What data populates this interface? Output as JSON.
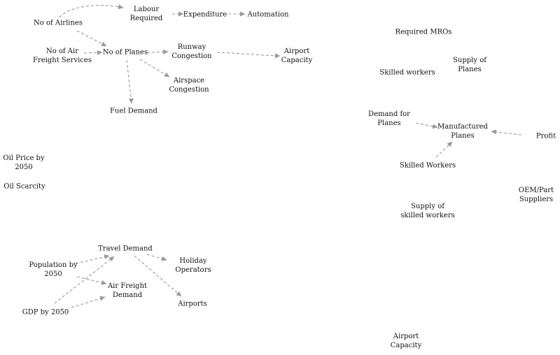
{
  "diagram": {
    "nodes": [
      {
        "id": "no_of_airlines",
        "lines": [
          "No of Airlines"
        ]
      },
      {
        "id": "labour_required",
        "lines": [
          "Labour",
          "Required"
        ]
      },
      {
        "id": "expenditure",
        "lines": [
          "Expenditure"
        ]
      },
      {
        "id": "automation",
        "lines": [
          "Automation"
        ]
      },
      {
        "id": "no_of_air_freight_services",
        "lines": [
          "No of Air",
          "Freight Services"
        ]
      },
      {
        "id": "no_of_planes",
        "lines": [
          "No of Planes"
        ]
      },
      {
        "id": "runway_congestion",
        "lines": [
          "Runway",
          "Congestion"
        ]
      },
      {
        "id": "airport_capacity_top",
        "lines": [
          "Airport",
          "Capacity"
        ]
      },
      {
        "id": "airspace_congestion",
        "lines": [
          "Airspace",
          "Congestion"
        ]
      },
      {
        "id": "fuel_demand",
        "lines": [
          "Fuel Demand"
        ]
      },
      {
        "id": "required_mros",
        "lines": [
          "Required MROs"
        ]
      },
      {
        "id": "supply_of_planes",
        "lines": [
          "Supply of",
          "Planes"
        ]
      },
      {
        "id": "skilled_workers_top",
        "lines": [
          "Skilled workers"
        ]
      },
      {
        "id": "demand_for_planes",
        "lines": [
          "Demand for",
          "Planes"
        ]
      },
      {
        "id": "manufactured_planes",
        "lines": [
          "Manufactured",
          "Planes"
        ]
      },
      {
        "id": "profit",
        "lines": [
          "Profit"
        ]
      },
      {
        "id": "skilled_workers_mid",
        "lines": [
          "Skilled Workers"
        ]
      },
      {
        "id": "oil_price_by_2050",
        "lines": [
          "Oil Price by",
          "2050"
        ]
      },
      {
        "id": "oil_scarcity",
        "lines": [
          "Oil Scarcity"
        ]
      },
      {
        "id": "oem_part_suppliers",
        "lines": [
          "OEM/Part",
          "Suppliers"
        ]
      },
      {
        "id": "supply_of_skilled_workers",
        "lines": [
          "Supply of",
          "skilled workers"
        ]
      },
      {
        "id": "travel_demand",
        "lines": [
          "Travel Demand"
        ]
      },
      {
        "id": "population_by_2050",
        "lines": [
          "Population by",
          "2050"
        ]
      },
      {
        "id": "holiday_operators",
        "lines": [
          "Holiday",
          "Operators"
        ]
      },
      {
        "id": "air_freight_demand",
        "lines": [
          "Air Freight",
          "Demand"
        ]
      },
      {
        "id": "airports",
        "lines": [
          "Airports"
        ]
      },
      {
        "id": "gdp_by_2050",
        "lines": [
          "GDP by 2050"
        ]
      },
      {
        "id": "airport_capacity_bottom",
        "lines": [
          "Airport",
          "Capacity"
        ]
      }
    ],
    "edges": [
      {
        "from": "no_of_airlines",
        "to": "labour_required"
      },
      {
        "from": "labour_required",
        "to": "expenditure"
      },
      {
        "from": "expenditure",
        "to": "automation"
      },
      {
        "from": "no_of_airlines",
        "to": "no_of_planes"
      },
      {
        "from": "no_of_air_freight_services",
        "to": "no_of_planes"
      },
      {
        "from": "no_of_planes",
        "to": "runway_congestion"
      },
      {
        "from": "runway_congestion",
        "to": "airport_capacity_top"
      },
      {
        "from": "no_of_planes",
        "to": "airspace_congestion"
      },
      {
        "from": "no_of_planes",
        "to": "fuel_demand"
      },
      {
        "from": "demand_for_planes",
        "to": "manufactured_planes"
      },
      {
        "from": "profit",
        "to": "manufactured_planes"
      },
      {
        "from": "skilled_workers_mid",
        "to": "manufactured_planes"
      },
      {
        "from": "population_by_2050",
        "to": "travel_demand"
      },
      {
        "from": "population_by_2050",
        "to": "air_freight_demand"
      },
      {
        "from": "gdp_by_2050",
        "to": "travel_demand"
      },
      {
        "from": "gdp_by_2050",
        "to": "air_freight_demand"
      },
      {
        "from": "travel_demand",
        "to": "holiday_operators"
      },
      {
        "from": "travel_demand",
        "to": "airports"
      }
    ],
    "edge_color": "#999999"
  }
}
